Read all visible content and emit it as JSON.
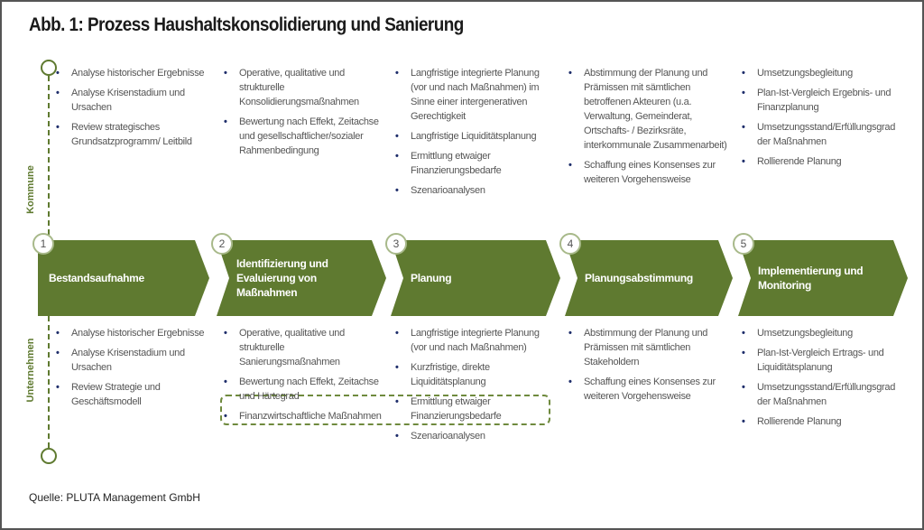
{
  "title": "Abb. 1: Prozess Haushaltskonsolidierung und Sanierung",
  "side_labels": {
    "top": "Kommune",
    "bottom": "Unternehmen"
  },
  "steps": [
    {
      "num": "1",
      "label": "Bestandsaufnahme"
    },
    {
      "num": "2",
      "label": "Identifizierung und Evaluierung von Maßnahmen"
    },
    {
      "num": "3",
      "label": "Planung"
    },
    {
      "num": "4",
      "label": "Planungsabstimmung"
    },
    {
      "num": "5",
      "label": "Implementierung und Monitoring"
    }
  ],
  "kommune": [
    [
      "Analyse historischer Ergebnisse",
      "Analyse Krisenstadium und Ursachen",
      "Review strategisches Grundsatzprogramm/ Leitbild"
    ],
    [
      "Operative, qualitative und strukturelle Konsolidierungsmaßnahmen",
      "Bewertung nach Effekt, Zeitachse und gesellschaftlicher/sozialer Rahmenbedingung"
    ],
    [
      "Langfristige integrierte Planung (vor und nach Maßnahmen) im Sinne einer intergenerativen Gerechtigkeit",
      "Langfristige Liquiditätsplanung",
      "Ermittlung etwaiger Finanzierungsbedarfe",
      "Szenarioanalysen"
    ],
    [
      "Abstimmung der Planung und Prämissen mit sämtlichen betroffenen Akteuren (u.a. Verwaltung, Gemeinderat, Ortschafts- / Bezirksräte, interkommunale Zusammenarbeit)",
      "Schaffung eines Konsenses zur weiteren Vorgehensweise"
    ],
    [
      "Umsetzungsbegleitung",
      "Plan-Ist-Vergleich Ergebnis- und Finanzplanung",
      "Umsetzungsstand/Erfüllungsgrad der Maßnahmen",
      "Rollierende Planung"
    ]
  ],
  "unternehmen": [
    [
      "Analyse historischer Ergebnisse",
      "Analyse Krisenstadium und Ursachen",
      "Review Strategie und Geschäftsmodell"
    ],
    [
      "Operative, qualitative und strukturelle Sanierungsmaßnahmen",
      "Bewertung nach Effekt, Zeitachse und Härtegrad",
      "Finanzwirtschaftliche Maßnahmen"
    ],
    [
      "Langfristige integrierte Planung (vor und nach Maßnahmen)",
      "Kurzfristige, direkte Liquiditätsplanung",
      "Ermittlung etwaiger Finanzierungsbedarfe",
      "Szenarioanalysen"
    ],
    [
      "Abstimmung der Planung und Prämissen mit sämtlichen Stakeholdern",
      "Schaffung eines Konsenses zur weiteren Vorgehensweise"
    ],
    [
      "Umsetzungsbegleitung",
      "Plan-Ist-Vergleich Ertrags- und Liquiditätsplanung",
      "Umsetzungsstand/Erfüllungsgrad der Maßnahmen",
      "Rollierende Planung"
    ]
  ],
  "source": "Quelle: PLUTA Management GmbH",
  "colors": {
    "green": "#5f7a30",
    "bullet": "#1f2e6b"
  }
}
